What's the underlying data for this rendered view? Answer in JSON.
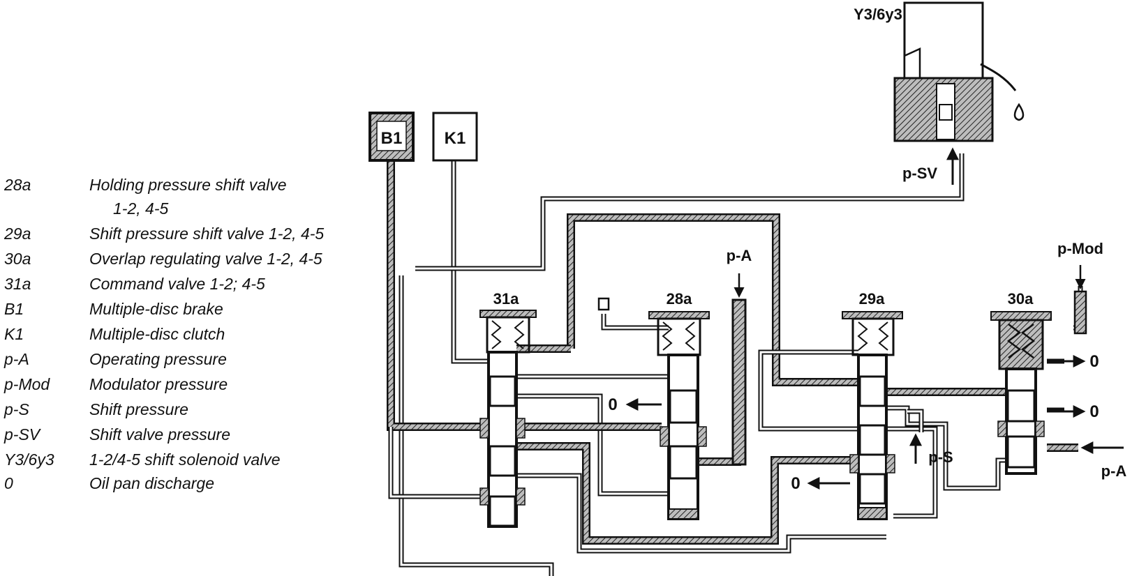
{
  "legend": {
    "items": [
      {
        "code": "28a",
        "description": "Holding pressure shift valve",
        "continuation": "1-2, 4-5"
      },
      {
        "code": "29a",
        "description": "Shift pressure shift valve 1-2, 4-5"
      },
      {
        "code": "30a",
        "description": "Overlap regulating valve  1-2, 4-5"
      },
      {
        "code": "31a",
        "description": "Command valve 1-2; 4-5"
      },
      {
        "code": "B1",
        "description": "Multiple-disc brake"
      },
      {
        "code": "K1",
        "description": "Multiple-disc clutch"
      },
      {
        "code": "p-A",
        "description": "Operating pressure"
      },
      {
        "code": "p-Mod",
        "description": "Modulator pressure"
      },
      {
        "code": "p-S",
        "description": "Shift pressure"
      },
      {
        "code": "p-SV",
        "description": "Shift valve pressure"
      },
      {
        "code": "Y3/6y3",
        "description": "1-2/4-5 shift solenoid valve"
      },
      {
        "code": "0",
        "description": "Oil pan discharge"
      }
    ]
  },
  "diagram": {
    "boxes": {
      "b1": "B1",
      "k1": "K1"
    },
    "valves": {
      "v31a": "31a",
      "v28a": "28a",
      "v29a": "29a",
      "v30a": "30a"
    },
    "solenoid": "Y3/6y3",
    "pressures": {
      "psv": "p-SV",
      "pa_top": "p-A",
      "pmod": "p-Mod",
      "ps": "p-S",
      "pa_right": "p-A"
    },
    "discharges": {
      "d28a": "0",
      "d29a": "0",
      "d30a_top": "0",
      "d30a_mid": "0"
    }
  }
}
